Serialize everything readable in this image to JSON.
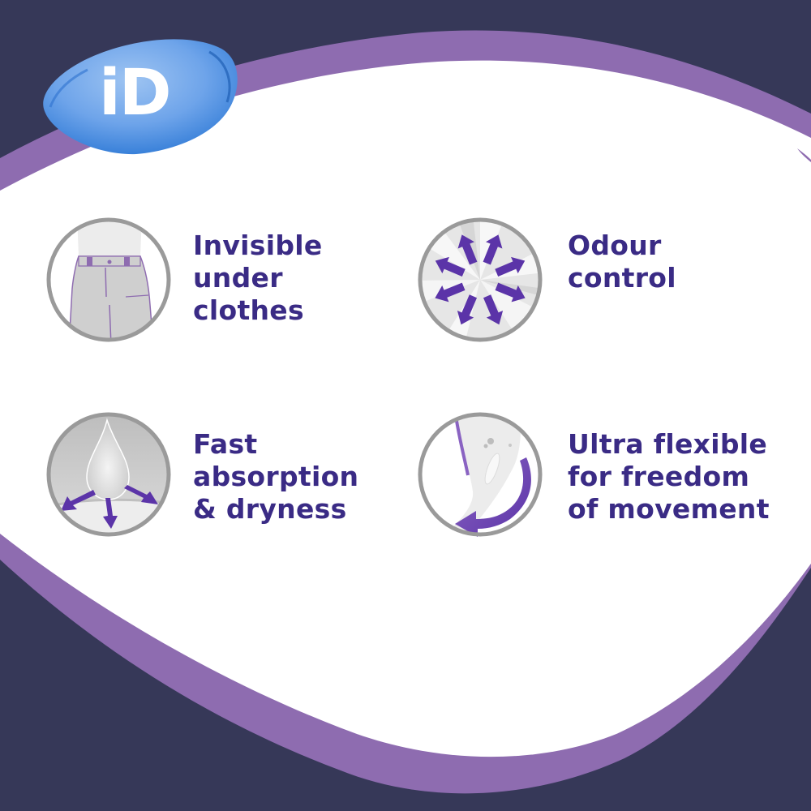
{
  "brand": {
    "logo_text": "iD",
    "colors": {
      "background_navy": "#363858",
      "swoosh_purple": "#8e6cb0",
      "panel_white": "#ffffff",
      "logo_blue": "#5b9ae3",
      "text_purple": "#3a2b85",
      "icon_arrow_purple": "#5b34a8",
      "icon_ring_gray": "#9a9a9a"
    }
  },
  "features": [
    {
      "id": "invisible",
      "label": "Invisible\nunder\nclothes",
      "icon": "trousers-icon"
    },
    {
      "id": "odour",
      "label": "Odour\ncontrol",
      "icon": "radiating-arrows-icon"
    },
    {
      "id": "absorption",
      "label": "Fast\nabsorption\n& dryness",
      "icon": "droplet-absorb-icon"
    },
    {
      "id": "flexible",
      "label": "Ultra flexible\nfor freedom\nof movement",
      "icon": "flexible-pad-icon"
    }
  ]
}
